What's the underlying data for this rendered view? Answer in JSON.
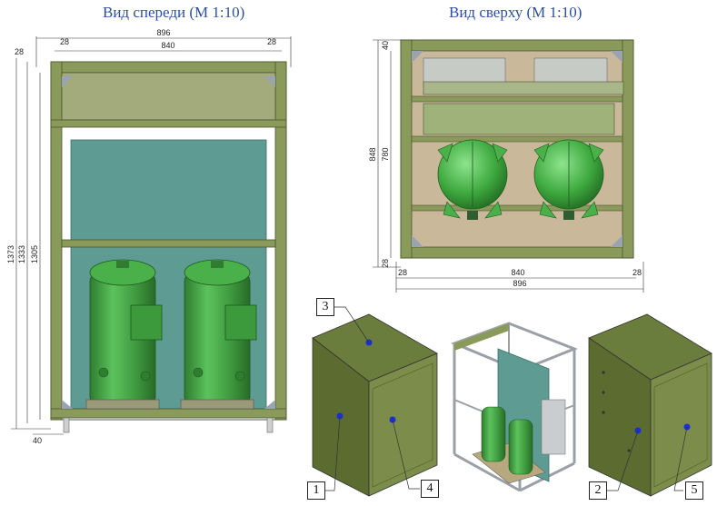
{
  "titles": {
    "front": "Вид спереди (М 1:10)",
    "top": "Вид сверху (М 1:10)"
  },
  "front_dims": {
    "overall_width": "896",
    "inner_width": "840",
    "left_post": "28",
    "right_post": "28",
    "corner": "28",
    "height_outer": "1373",
    "height_mid": "1333",
    "height_inner": "1305",
    "foot": "40"
  },
  "top_dims": {
    "depth_outer": "848",
    "depth_inner": "780",
    "top_offset": "40",
    "bottom_offset": "28",
    "inner_width": "840",
    "overall_width": "896",
    "left_post": "28",
    "right_post": "28"
  },
  "callouts": [
    "1",
    "2",
    "3",
    "4",
    "5"
  ],
  "colors": {
    "frame": "#7f8f4e",
    "panel": "#8a9a5a",
    "glass": "#5d9b93",
    "compressor": "#3f9a3f",
    "title": "#2b4fa3"
  }
}
